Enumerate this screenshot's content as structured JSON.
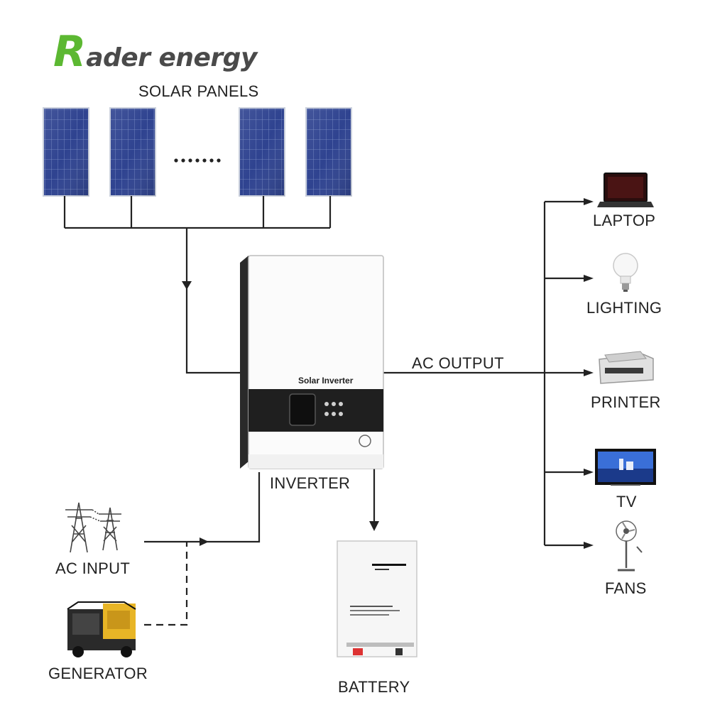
{
  "brand": {
    "initial": "R",
    "rest": "ader energy"
  },
  "labels": {
    "solar_panels": "SOLAR PANELS",
    "inverter": "INVERTER",
    "ac_output": "AC OUTPUT",
    "ac_input": "AC INPUT",
    "generator": "GENERATOR",
    "battery": "BATTERY",
    "laptop": "LAPTOP",
    "lighting": "LIGHTING",
    "printer": "PRINTER",
    "tv": "TV",
    "fans": "FANS"
  },
  "device_text": {
    "inverter_brand": "Solar Inverter"
  },
  "colors": {
    "brand_green": "#5cb832",
    "brand_gray": "#4a4a4a",
    "panel_blue": "#2c3f86",
    "line": "#222222"
  },
  "icons": [
    "solar-panel-icon",
    "inverter-icon",
    "battery-icon",
    "transmission-tower-icon",
    "generator-icon",
    "laptop-icon",
    "light-bulb-icon",
    "printer-icon",
    "tv-icon",
    "fan-icon"
  ]
}
